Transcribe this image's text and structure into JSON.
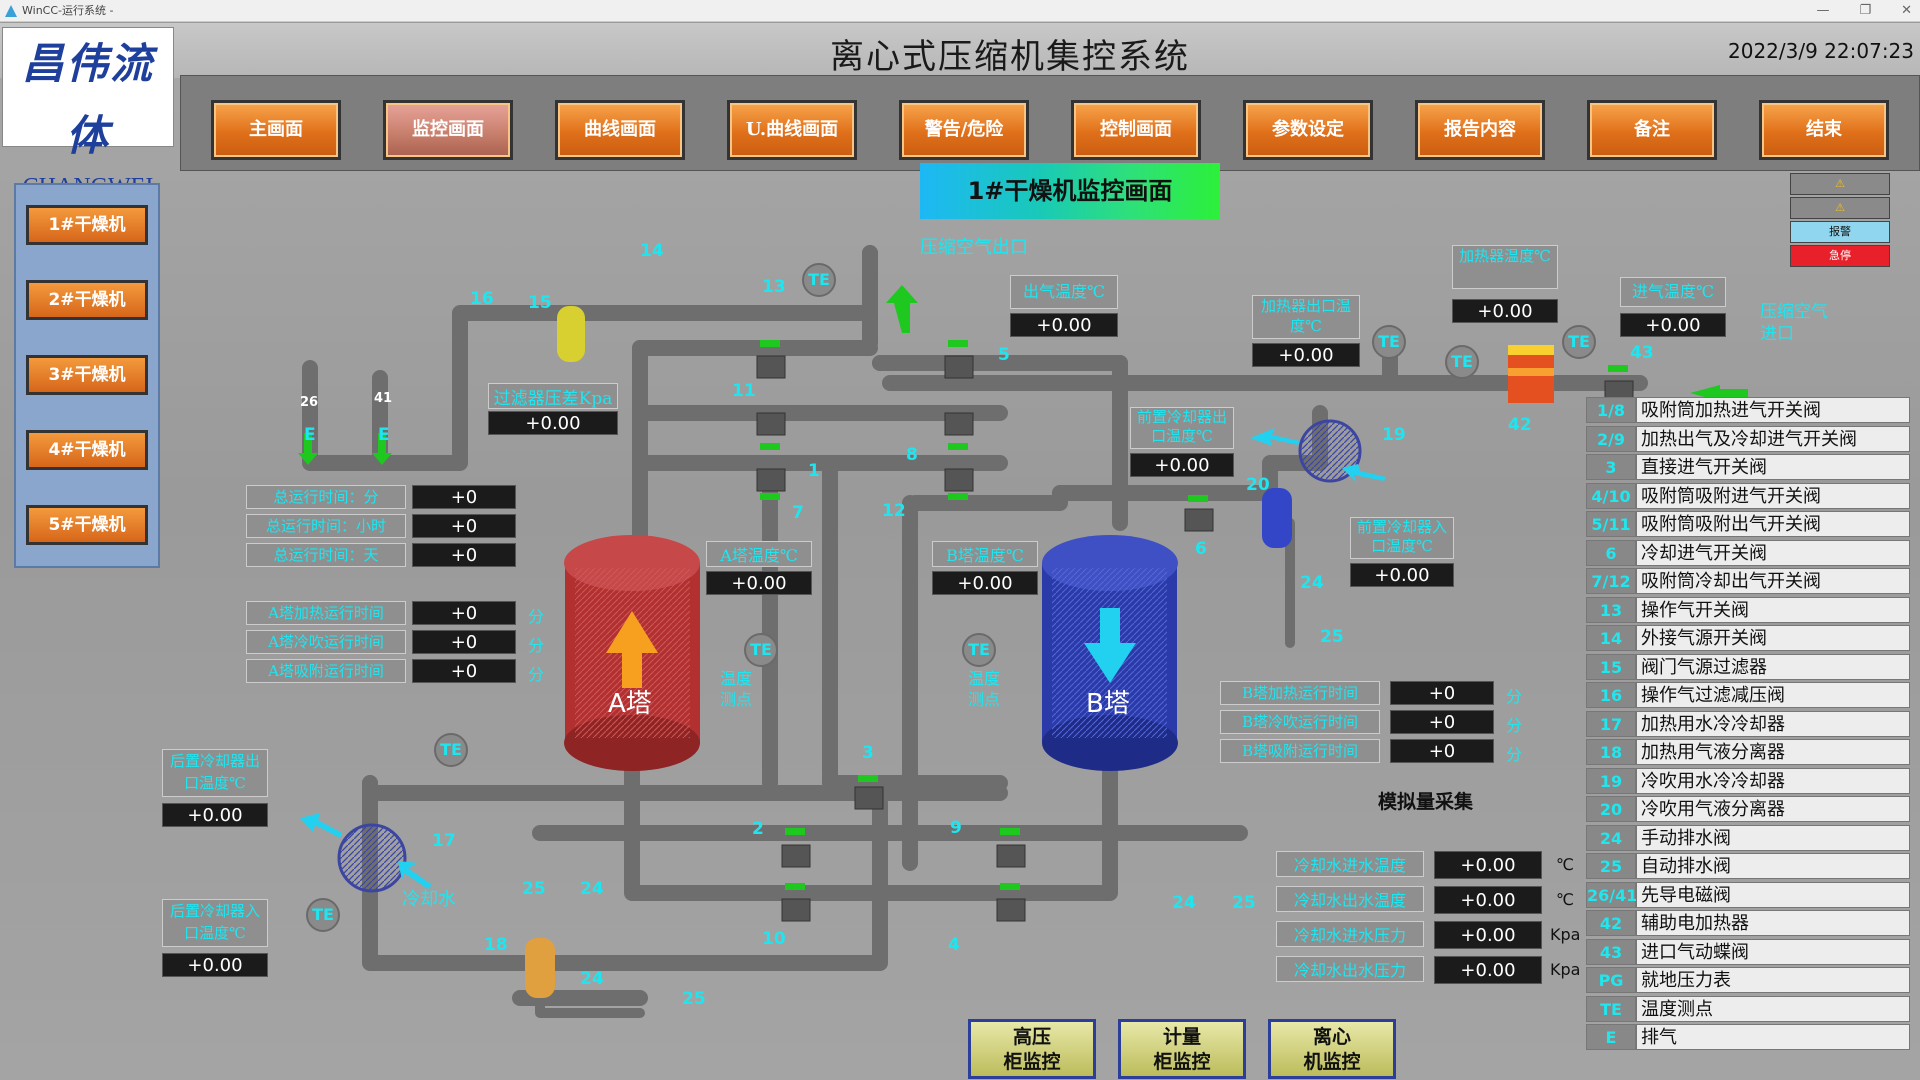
{
  "window": {
    "title": "WinCC-运行系统 -"
  },
  "header": {
    "logo_cn": "昌伟流体",
    "logo_en": "CHANGWEI F.E.",
    "title": "离心式压缩机集控系统",
    "datetime": "2022/3/9 22:07:23"
  },
  "nav": [
    "主画面",
    "监控画面",
    "曲线画面",
    "U.曲线画面",
    "警告/危险",
    "控制画面",
    "参数设定",
    "报告内容",
    "备注",
    "结束"
  ],
  "dryers": [
    "1#干燥机",
    "2#干燥机",
    "3#干燥机",
    "4#干燥机",
    "5#干燥机"
  ],
  "screen_title": "1#干燥机监控画面",
  "alarms": {
    "warn1": "⚠",
    "warn2": "⚠",
    "alarm": "报警",
    "emergency": "急停"
  },
  "colors": {
    "tower_a": "#c43a3a",
    "tower_b": "#2a3aa8",
    "pipe": "#8c8c8c",
    "valve": "#1fc41f",
    "cyan_text": "#1ee6f0"
  },
  "labels": {
    "filter_dp": "过滤器压差Kpa",
    "total_min": "总运行时间：分",
    "total_hour": "总运行时间：小时",
    "total_day": "总运行时间：天",
    "a_heat": "A塔加热运行时间",
    "a_cool": "A塔冷吹运行时间",
    "a_adsorb": "A塔吸附运行时间",
    "a_temp": "A塔温度℃",
    "b_temp": "B塔温度℃",
    "b_heat": "B塔加热运行时间",
    "b_cool": "B塔冷吹运行时间",
    "b_adsorb": "B塔吸附运行时间",
    "out_temp": "出气温度℃",
    "heater_out": "加热器出口温度℃",
    "heater_temp": "加热器温度℃",
    "in_temp": "进气温度℃",
    "pre_cool_out": "前置冷却器出口温度℃",
    "pre_cool_in": "前置冷却器入口温度℃",
    "post_cool_out": "后置冷却器出口温度℃",
    "post_cool_in": "后置冷却器入口温度℃",
    "cw_in_temp": "冷却水进水温度",
    "cw_out_temp": "冷却水出水温度",
    "cw_in_press": "冷却水进水压力",
    "cw_out_press": "冷却水出水压力"
  },
  "values": {
    "v0": "+0",
    "v000": "+0.00"
  },
  "units": {
    "min": "分",
    "degc": "℃",
    "kpa": "Kpa"
  },
  "texts": {
    "air_out": "压缩空气出口",
    "air_in": "压缩空气进口",
    "temp_point_a": "温度测点",
    "temp_point_b": "温度测点",
    "cooling_water": "冷却水",
    "tower_a": "A塔",
    "tower_b": "B塔",
    "exhaust_e": "E",
    "te": "TE",
    "analog_title": "模拟量采集"
  },
  "tags": {
    "n1": "1",
    "n2": "2",
    "n3": "3",
    "n4": "4",
    "n5": "5",
    "n6": "6",
    "n7": "7",
    "n8": "8",
    "n9": "9",
    "n10": "10",
    "n11": "11",
    "n12": "12",
    "n13": "13",
    "n14": "14",
    "n15": "15",
    "n16": "16",
    "n17": "17",
    "n18": "18",
    "n19": "19",
    "n20": "20",
    "n24": "24",
    "n25": "25",
    "n42": "42",
    "n43": "43",
    "n26": "26",
    "n41": "41"
  },
  "legend": [
    {
      "code": "1/8",
      "text": "吸附筒加热进气开关阀"
    },
    {
      "code": "2/9",
      "text": "加热出气及冷却进气开关阀"
    },
    {
      "code": "3",
      "text": "直接进气开关阀"
    },
    {
      "code": "4/10",
      "text": "吸附筒吸附进气开关阀"
    },
    {
      "code": "5/11",
      "text": "吸附筒吸附出气开关阀"
    },
    {
      "code": "6",
      "text": "冷却进气开关阀"
    },
    {
      "code": "7/12",
      "text": "吸附筒冷却出气开关阀"
    },
    {
      "code": "13",
      "text": "操作气开关阀"
    },
    {
      "code": "14",
      "text": "外接气源开关阀"
    },
    {
      "code": "15",
      "text": "阀门气源过滤器"
    },
    {
      "code": "16",
      "text": "操作气过滤减压阀"
    },
    {
      "code": "17",
      "text": "加热用水冷冷却器"
    },
    {
      "code": "18",
      "text": "加热用气液分离器"
    },
    {
      "code": "19",
      "text": "冷吹用水冷冷却器"
    },
    {
      "code": "20",
      "text": "冷吹用气液分离器"
    },
    {
      "code": "24",
      "text": "手动排水阀"
    },
    {
      "code": "25",
      "text": "自动排水阀"
    },
    {
      "code": "26/41",
      "text": "先导电磁阀"
    },
    {
      "code": "42",
      "text": "辅助电加热器"
    },
    {
      "code": "43",
      "text": "进口气动蝶阀"
    },
    {
      "code": "PG",
      "text": "就地压力表"
    },
    {
      "code": "TE",
      "text": "温度测点"
    },
    {
      "code": "E",
      "text": "排气"
    }
  ],
  "bottom": [
    {
      "l1": "高压",
      "l2": "柜监控"
    },
    {
      "l1": "计量",
      "l2": "柜监控"
    },
    {
      "l1": "离心",
      "l2": "机监控"
    }
  ]
}
